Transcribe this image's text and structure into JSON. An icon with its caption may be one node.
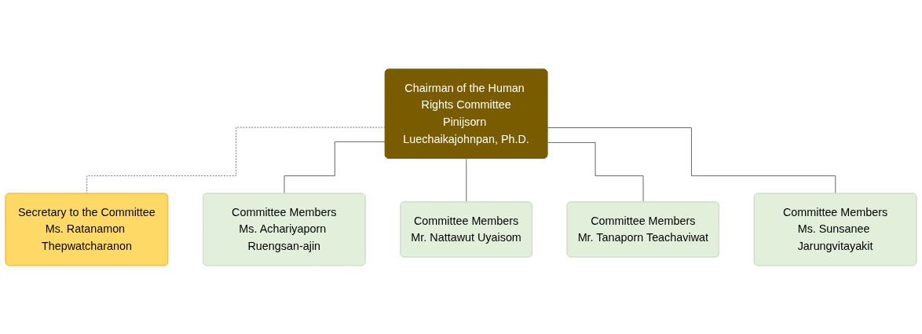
{
  "diagram": {
    "nodes": [
      {
        "text": [
          "Chairman of the Human Rights Committee",
          "Pinijsorn Luechaikajohnpan, Ph.D."
        ]
      },
      {
        "text": [
          "Secretary to the Committee",
          "Ms. Ratanamon Thepwatcharanon"
        ]
      },
      {
        "text": [
          "Committee Members",
          "Ms. Achariyaporn Ruengsan-ajin"
        ]
      },
      {
        "text": [
          "Committee Members",
          "Mr. Nattawut Uyaisom"
        ]
      },
      {
        "text": [
          "Committee Members",
          "Mr. Tanaporn Teachaviwat"
        ]
      },
      {
        "text": [
          "Committee Members",
          "Ms. Sunsanee Jarungvitayakit"
        ]
      }
    ],
    "edges": [
      {
        "from": 0,
        "to": 1,
        "arrow": "none",
        "style": "dashed"
      },
      {
        "from": 0,
        "to": 2,
        "arrow": "none"
      },
      {
        "from": 0,
        "to": 3,
        "arrow": "none"
      },
      {
        "from": 0,
        "to": 4,
        "arrow": "none"
      },
      {
        "from": 0,
        "to": 5,
        "arrow": "none"
      }
    ]
  }
}
